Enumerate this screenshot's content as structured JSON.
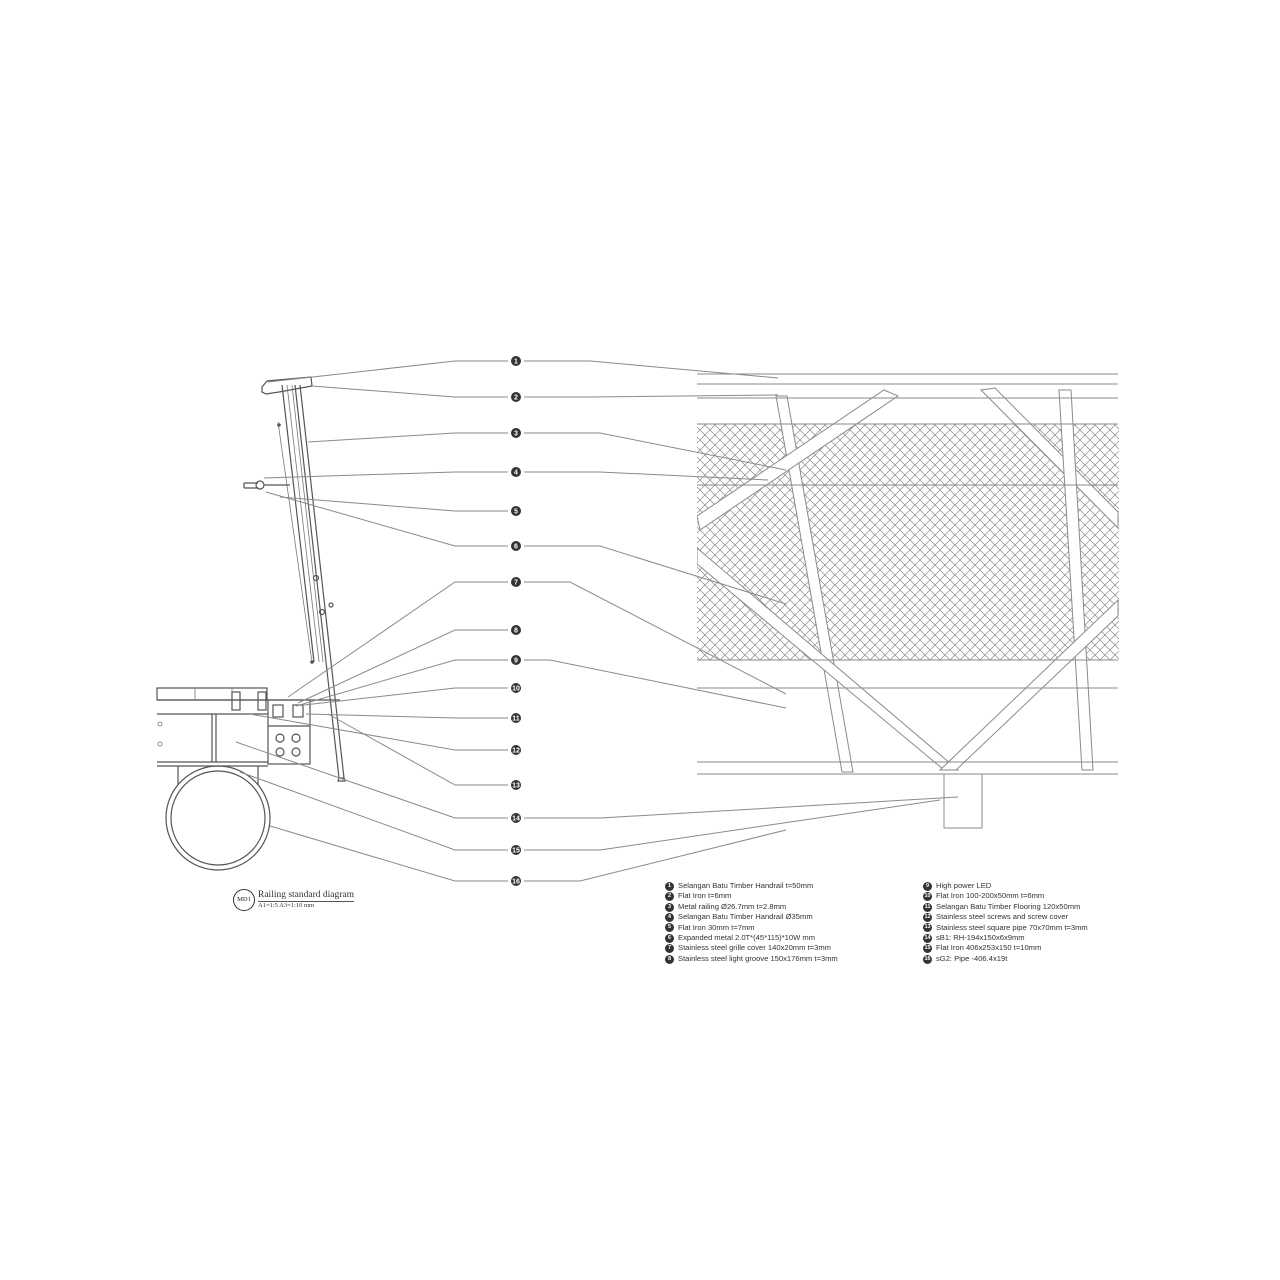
{
  "callouts": [
    "1",
    "2",
    "3",
    "4",
    "5",
    "6",
    "7",
    "8",
    "9",
    "10",
    "11",
    "12",
    "13",
    "14",
    "15",
    "16"
  ],
  "title_block": {
    "badge": "MD1",
    "name": "Railing standard diagram",
    "scale": "A1=1:5 A3=1:10   mm"
  },
  "legend_left": [
    {
      "num": "1",
      "text": "Selangan Batu Timber Handrail  t=50mm"
    },
    {
      "num": "2",
      "text": "Flat Iron  t=6mm"
    },
    {
      "num": "3",
      "text": "Metal railing  Ø26.7mm t=2.8mm"
    },
    {
      "num": "4",
      "text": "Selangan Batu Timber Handrail  Ø35mm"
    },
    {
      "num": "5",
      "text": "Flat Iron  30mm t=7mm"
    },
    {
      "num": "6",
      "text": "Expanded metal  2.0T*(45*115)*10W mm"
    },
    {
      "num": "7",
      "text": "Stainless steel grille cover  140x20mm t=3mm"
    },
    {
      "num": "8",
      "text": "Stainless steel light groove  150x176mm t=3mm"
    }
  ],
  "legend_right": [
    {
      "num": "9",
      "text": "High power LED"
    },
    {
      "num": "10",
      "text": "Flat Iron  100-200x50mm t=6mm"
    },
    {
      "num": "11",
      "text": "Selangan Batu Timber Flooring  120x50mm"
    },
    {
      "num": "12",
      "text": "Stainless steel screws and screw cover"
    },
    {
      "num": "13",
      "text": "Stainless steel square pipe  70x70mm t=3mm"
    },
    {
      "num": "14",
      "text": "sB1: RH-194x150x6x9mm"
    },
    {
      "num": "15",
      "text": "Flat Iron  406x253x150 t=10mm"
    },
    {
      "num": "16",
      "text": "sG2: Pipe  -406.4x19t"
    }
  ]
}
